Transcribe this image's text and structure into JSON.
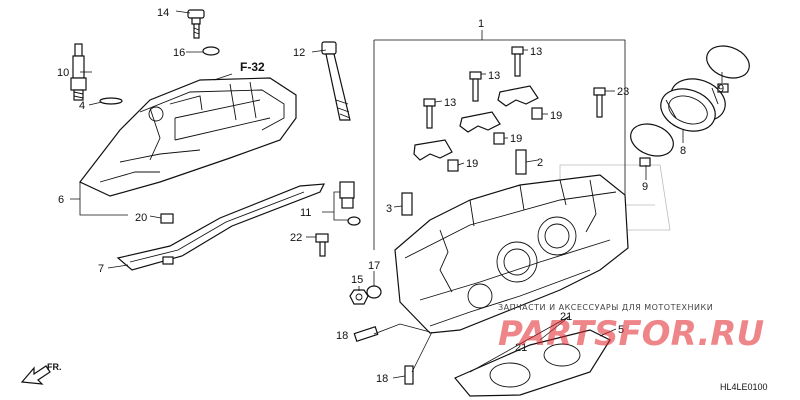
{
  "callouts": {
    "c1": "1",
    "c2": "2",
    "c3": "3",
    "c4": "4",
    "c5": "5",
    "c6": "6",
    "c7": "7",
    "c8": "8",
    "c9a": "9",
    "c9b": "9",
    "c10": "10",
    "c11": "11",
    "c12": "12",
    "c13a": "13",
    "c13b": "13",
    "c13c": "13",
    "c14": "14",
    "c15": "15",
    "c16": "16",
    "c17": "17",
    "c18a": "18",
    "c18b": "18",
    "c19a": "19",
    "c19b": "19",
    "c19c": "19",
    "c20": "20",
    "c21a": "21",
    "c21b": "21",
    "c22": "22",
    "c23": "23"
  },
  "reference": "F-32",
  "direction_label": "FR.",
  "diagram_code": "HL4LE0100",
  "watermark": {
    "tagline": "ЗАПЧАСТИ И АКСЕССУАРЫ ДЛЯ МОТОТЕХНИКИ",
    "logo": "PARTSFOR.RU"
  }
}
